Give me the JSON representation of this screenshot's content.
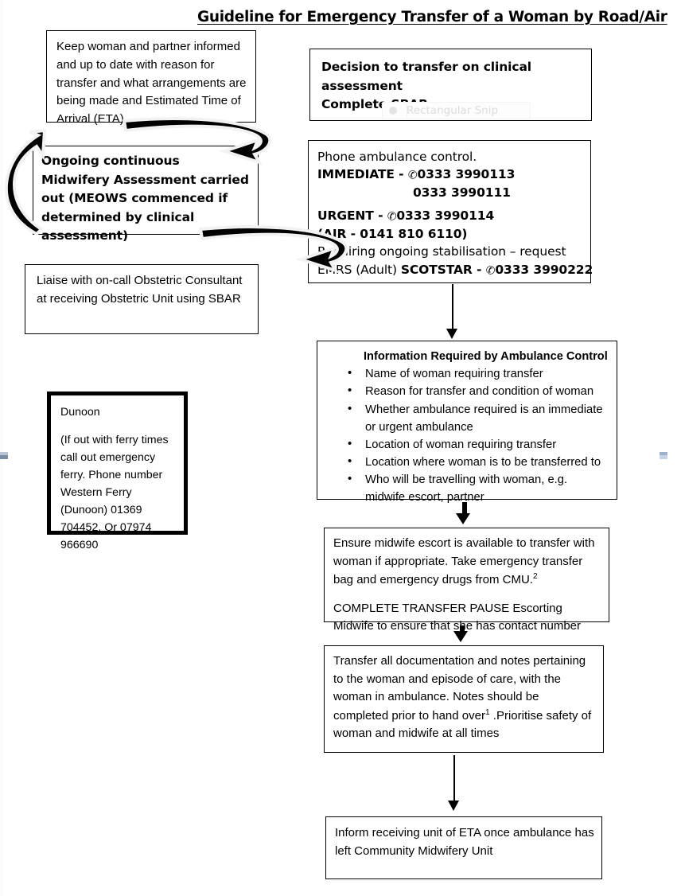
{
  "title": "Guideline for Emergency Transfer of a Woman by Road/Air",
  "left_column": {
    "keep_informed": {
      "name": "keep-woman-informed",
      "text": "Keep woman and partner informed and up to date with reason for transfer and what arrangements are being made and Estimated Time of Arrival (ETA)"
    },
    "ongoing_assessment": {
      "name": "ongoing-midwifery-assessment",
      "text": " Ongoing continuous Midwifery Assessment carried out (MEOWS commenced if determined by clinical assessment)"
    },
    "liaise": {
      "name": "liaise-obstetric-consultant",
      "text": " Liaise with on-call Obstetric Consultant at receiving Obstetric Unit using SBAR"
    },
    "dunoon": {
      "heading": "Dunoon",
      "body": "(If out with ferry times call out emergency ferry. Phone number Western Ferry (Dunoon) 01369 704452. Or 07974 966690"
    }
  },
  "right_column": {
    "decision": {
      "line1": "Decision to transfer on clinical assessment",
      "line2": "Complete SBAR"
    },
    "phone_ambulance": {
      "intro": "Phone ambulance control.",
      "immediate_label": "IMMEDIATE - ",
      "immediate_number": "0333 3990113",
      "immediate_number_2": "0333 3990111",
      "urgent_label": "URGENT - ",
      "urgent_number": "0333 3990114",
      "air_line": "(AIR - 0141 810 6110)",
      "stabilisation_line": "Requiring ongoing stabilisation – request",
      "emrs_prefix": "EMRS (Adult) ",
      "emrs_label": "SCOTSTAR - ",
      "emrs_number": "0333 3990222",
      "tel_glyph": "telephone-in-circle-icon",
      "tel_glyph_char": "✆"
    },
    "info_required": {
      "heading": "Information Required by Ambulance Control",
      "bullets": [
        "Name of woman requiring transfer",
        "Reason for transfer and condition of woman",
        "Whether ambulance required is an immediate or urgent ambulance",
        "Location of woman requiring transfer",
        "Location where woman is to be transferred to",
        "Who will be travelling with woman, e.g. midwife escort, partner"
      ]
    },
    "escort": {
      "para1_a": "Ensure midwife escort is available to transfer with woman if appropriate. Take emergency transfer bag and emergency drugs from CMU.",
      "para1_sup": "2",
      "para2": "COMPLETE TRANSFER PAUSE Escorting Midwife to ensure that she has contact number"
    },
    "documentation": {
      "part_a": "Transfer all documentation and notes pertaining to the woman and episode of care, with the woman in ambulance.  Notes should be completed prior to hand over",
      "sup": "1",
      "part_b": " .Prioritise safety of woman and midwife at all times"
    },
    "inform": {
      "text": "Inform receiving unit of ETA once ambulance has left Community Midwifery Unit"
    }
  },
  "overlay": {
    "snip_label": "Rectangular Snip",
    "snip_icon": "record-dot-icon"
  },
  "connectors": {
    "decision_to_phone": "arrow-down-icon",
    "phone_to_info": "arrow-down-icon",
    "info_to_escort": "arrow-down-icon",
    "escort_to_documentation": "arrow-down-icon",
    "documentation_to_inform": "arrow-down-icon",
    "loop_top": "curved-arrow-left-icon",
    "loop_bottom": "curved-arrow-left-icon",
    "loop_left": "curved-arrow-up-icon"
  },
  "colors": {
    "ink": "#000000",
    "page": "#ffffff",
    "overlay_text": "#dcdcdf",
    "edge_handle": "#9fb0cb"
  }
}
